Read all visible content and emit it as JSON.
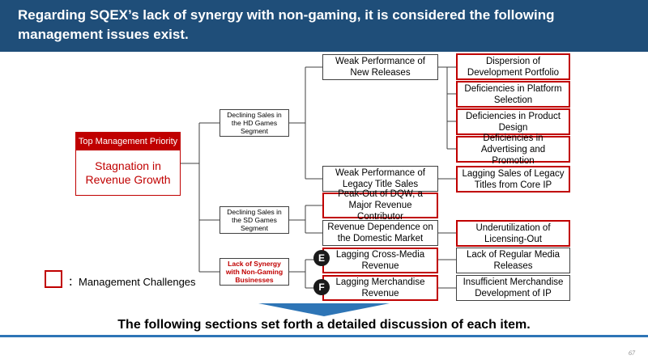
{
  "header": {
    "title": "Regarding SQEX’s lack of synergy with non-gaming, it is considered the following management issues exist."
  },
  "top_priority": {
    "label": "Top Management Priority",
    "issue": "Stagnation in Revenue Growth"
  },
  "level1": [
    "Declining Sales in the HD Games Segment",
    "Declining Sales in the SD Games Segment",
    "Lack of Synergy with Non-Gaming Businesses"
  ],
  "level2": [
    "Weak Performance of New Releases",
    "Weak Performance of Legacy Title Sales",
    "Peak-Out of DQW, a Major Revenue Contributor",
    "Revenue Dependence on the Domestic Market",
    "Lagging Cross-Media Revenue",
    "Lagging Merchandise Revenue"
  ],
  "level3": [
    "Dispersion of Development Portfolio",
    "Deficiencies in Platform Selection",
    "Deficiencies in Product Design",
    "Deficiencies in Advertising and Promotion",
    "Lagging Sales of Legacy Titles from Core IP",
    "Underutilization of Licensing-Out",
    "Lack of Regular Media Releases",
    "Insufficient Merchandise Development of IP"
  ],
  "badges": [
    "E",
    "F"
  ],
  "legend": "：Management Challenges",
  "conclusion": "The following sections set forth a detailed discussion of each item.",
  "page_number": "67",
  "colors": {
    "header_bg": "#1f4e79",
    "challenge_red": "#c00000",
    "arrow_blue": "#2e75b6"
  }
}
